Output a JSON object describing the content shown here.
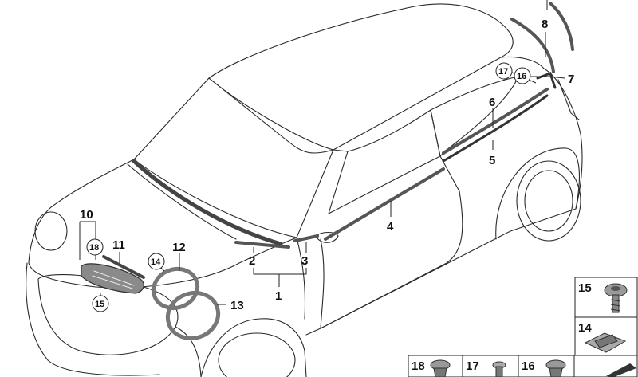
{
  "callouts": {
    "c1": "1",
    "c2": "2",
    "c3": "3",
    "c4": "4",
    "c5": "5",
    "c6": "6",
    "c7": "7",
    "c8": "8",
    "c10": "10",
    "c11": "11",
    "c12": "12",
    "c13": "13",
    "c14": "14",
    "c15": "15",
    "c16": "16",
    "c17": "17",
    "c18": "18"
  },
  "legend": {
    "p15": "15",
    "p14": "14",
    "p18": "18",
    "p17": "17",
    "p16": "16"
  },
  "colors": {
    "line": "#2a2a2a",
    "trim": "#555555",
    "trim_dark": "#333333",
    "box": "#222222"
  }
}
